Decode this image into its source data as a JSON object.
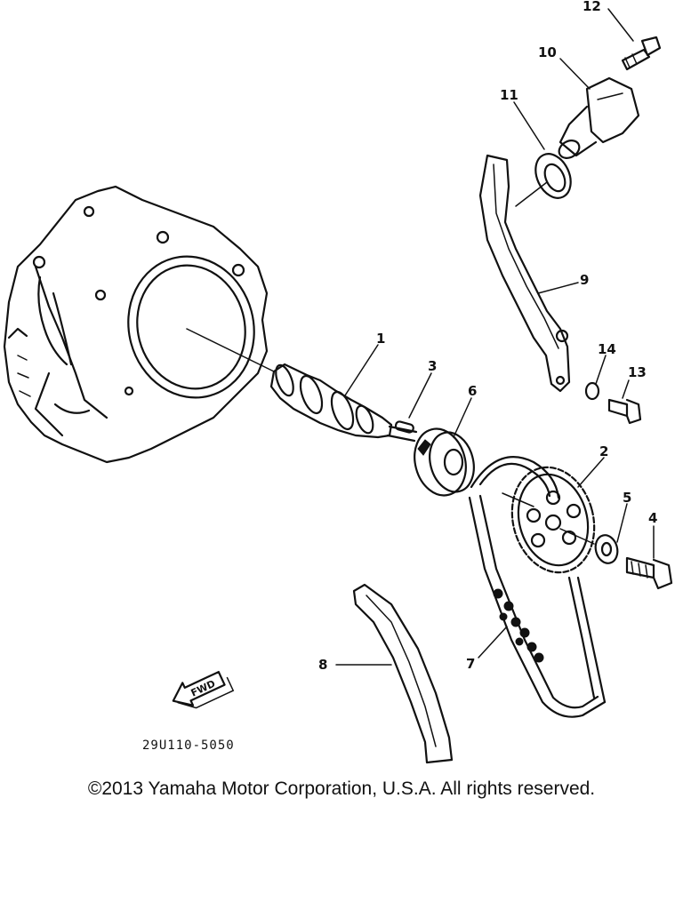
{
  "callouts": {
    "c1": "1",
    "c2": "2",
    "c3": "3",
    "c4": "4",
    "c5": "5",
    "c6": "6",
    "c7": "7",
    "c8": "8",
    "c9": "9",
    "c10": "10",
    "c11": "11",
    "c12": "12",
    "c13": "13",
    "c14": "14"
  },
  "direction_arrow": "FWD",
  "diagram_code": "29U110-5050",
  "copyright": "©2013 Yamaha Motor Corporation, U.S.A. All rights reserved."
}
